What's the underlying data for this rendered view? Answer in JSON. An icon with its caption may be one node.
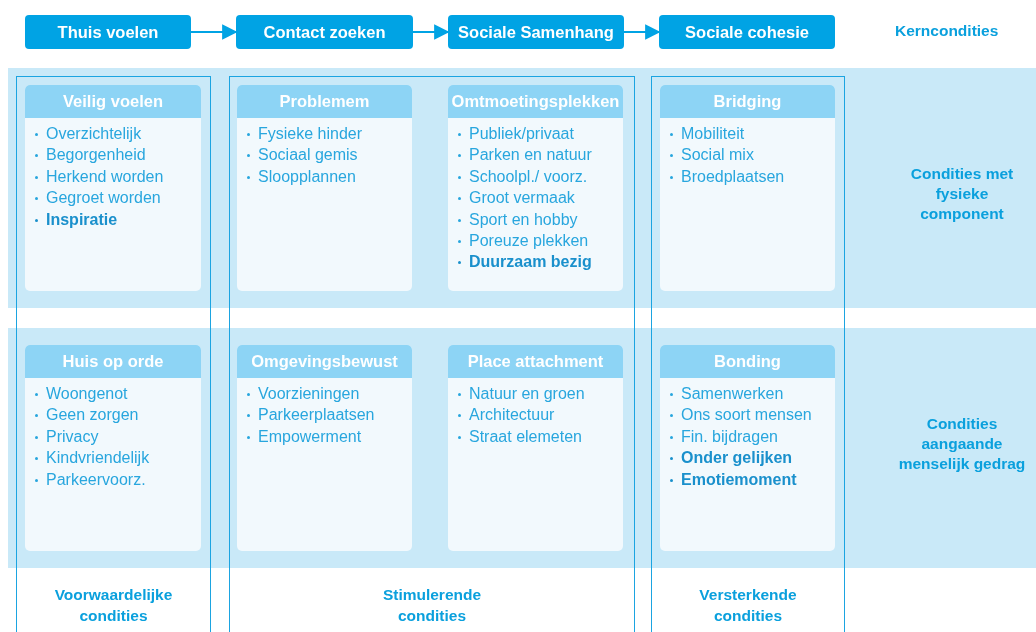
{
  "diagram": {
    "nodes": [
      {
        "text": [
          "Thuis voelen"
        ]
      },
      {
        "text": [
          "Contact zoeken"
        ]
      },
      {
        "text": [
          "Sociale Samenhang"
        ]
      },
      {
        "text": [
          "Sociale cohesie"
        ]
      },
      {
        "text": [
          "Condities met fysieke component"
        ]
      },
      {
        "text": [
          "Veilig voelen",
          "Overzichtelijk",
          "Begorgenheid",
          "Herkend worden",
          "Gegroet worden",
          "**Inspiratie**"
        ]
      },
      {
        "text": [
          "Problemem",
          "Fysieke hinder",
          "Sociaal gemis",
          "Sloopplannen"
        ]
      },
      {
        "text": [
          "Omtmoetingsplekken",
          "Publiek/privaat",
          "Parken en natuur",
          "Schoolpl./ voorz.",
          "Groot vermaak",
          "Sport en hobby",
          "Poreuze plekken",
          "**Duurzaam bezig**"
        ]
      },
      {
        "text": [
          "Bridging",
          "Mobiliteit",
          "Social mix",
          "Broedplaatsen"
        ]
      },
      {
        "text": [
          "Condities aangaande menselijk gedrag"
        ]
      },
      {
        "text": [
          "Huis op orde",
          "Woongenot",
          "Geen zorgen",
          "Privacy",
          "Kindvriendelijk",
          "Parkeervoorz."
        ]
      },
      {
        "text": [
          "Omgevingsbewust",
          "Voorzieningen",
          "Parkeerplaatsen",
          "Empowerment"
        ]
      },
      {
        "text": [
          "Place attachment",
          "Natuur en groen",
          "Architectuur",
          "Straat elemeten"
        ]
      },
      {
        "text": [
          "Bonding",
          "Samenwerken",
          "Ons soort mensen",
          "Fin. bijdragen",
          "**Onder gelijken**",
          "**Emotiemoment**"
        ]
      },
      {
        "text": [
          "Voorwaardelijke condities"
        ]
      },
      {
        "text": [
          "Stimulerende condities"
        ]
      },
      {
        "text": [
          "Versterkende condities"
        ]
      }
    ],
    "edges": [
      {
        "from": 0,
        "to": 1,
        "arrow": "to"
      },
      {
        "from": 1,
        "to": 2,
        "arrow": "to"
      },
      {
        "from": 2,
        "to": 3,
        "arrow": "to"
      }
    ],
    "labels": [
      "Kerncondities"
    ]
  }
}
